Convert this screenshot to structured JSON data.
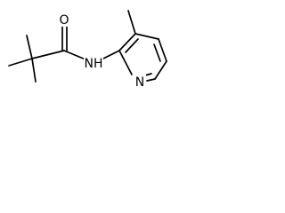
{
  "molecule": {
    "atoms": {
      "oxygen": "O",
      "amide_nitrogen": "NH",
      "ring_nitrogen": "N"
    }
  }
}
